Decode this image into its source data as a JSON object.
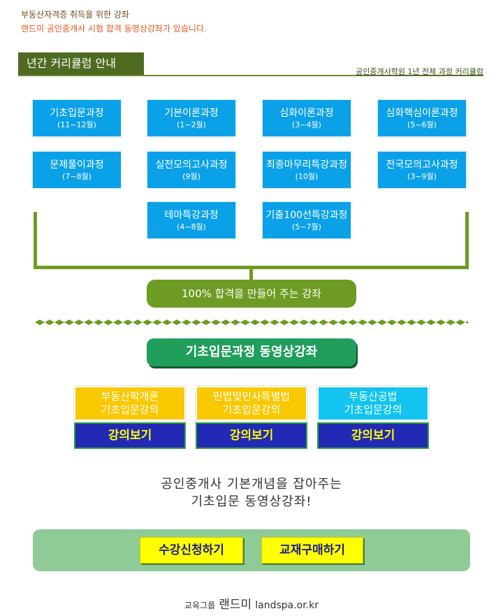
{
  "intro": {
    "line1": "부동산자격증 취득을 위한 강좌",
    "line2": "랜드미 공인중개사 시험 합격 동영상강좌가 있습니다."
  },
  "curriculum": {
    "title": "년간 커리큘럼 안내",
    "subtitle": "공인중개사학원 1년 전체 과정 커리큘럼",
    "courses": [
      {
        "name": "기초입문과정",
        "period": "(11~12월)"
      },
      {
        "name": "기본이론과정",
        "period": "(1~2월)"
      },
      {
        "name": "심화이론과정",
        "period": "(3~4월)"
      },
      {
        "name": "심화핵심이론과정",
        "period": "(5~6월)"
      },
      {
        "name": "문제풀이과정",
        "period": "(7~8월)"
      },
      {
        "name": "실전모의고사과정",
        "period": "(9월)"
      },
      {
        "name": "최종마무리특강과정",
        "period": "(10월)"
      },
      {
        "name": "전국모의고사과정",
        "period": "(3~9월)"
      },
      {
        "name": "테마특강과정",
        "period": "(4~8월)"
      },
      {
        "name": "기출100선특강과정",
        "period": "(5~7월)"
      }
    ],
    "pill": "100% 합격을 만들어 주는 강좌"
  },
  "basic": {
    "title": "기초입문과정 동영상강좌",
    "lectures": [
      {
        "line1": "부동산학개론",
        "line2": "기초입문강의",
        "button": "강의보기",
        "color": "#f9c800"
      },
      {
        "line1": "민법및민사특별법",
        "line2": "기초입문강의",
        "button": "강의보기",
        "color": "#f9c800"
      },
      {
        "line1": "부동산공법",
        "line2": "기초입문강의",
        "button": "강의보기",
        "color": "#12c4ef"
      }
    ],
    "slogan1": "공인중개사 기본개념을 잡아주는",
    "slogan2": "기초입문 동영상강좌!"
  },
  "actions": {
    "enroll": "수강신청하기",
    "books": "교재구매하기"
  },
  "footer": {
    "group": "교육그룹",
    "brand": "랜드미",
    "url": "landspa.or.kr"
  },
  "colors": {
    "course_blue": "#0ba1e8",
    "olive": "#6d9b23",
    "green_title": "#1f9e5c",
    "yellow": "#f9c800",
    "cyan": "#12c4ef",
    "navy": "#2229b4",
    "action_bg": "#8fcb96"
  }
}
